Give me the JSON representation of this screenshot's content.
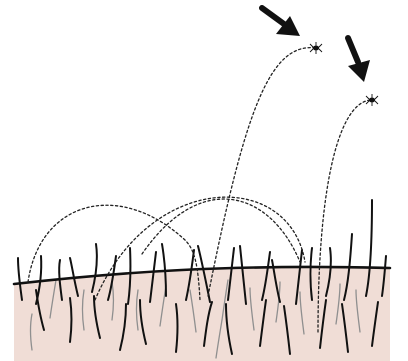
{
  "diagram": {
    "kind": "illustration",
    "description_free": true,
    "colors": {
      "background": "#ffffff",
      "skin": "#f0ddd6",
      "ink": "#111111",
      "light_hair": "#8f8f8f"
    },
    "parts": {
      "skin_block": {
        "name": "skin-surface"
      },
      "skin_line": {
        "name": "skin-outline"
      },
      "jump_paths": {
        "count": 5,
        "style": "dotted"
      },
      "parasites": {
        "count": 2,
        "icon": "flea-icon"
      },
      "arrows": {
        "count": 2,
        "icon": "arrow-down-right-icon"
      }
    }
  }
}
